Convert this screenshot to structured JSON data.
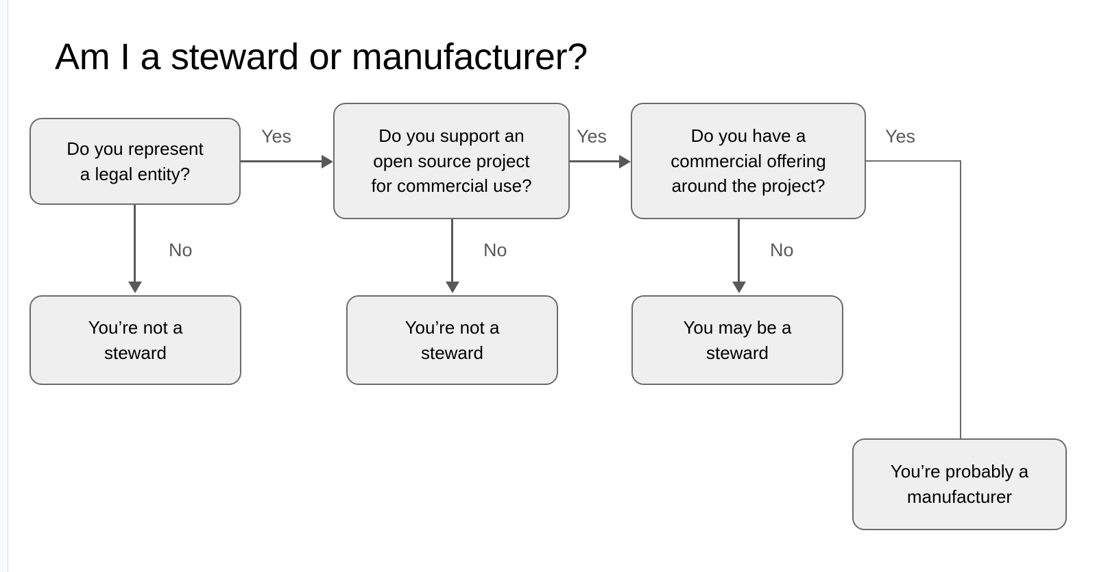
{
  "slide": {
    "title": "Am I a steward or manufacturer?",
    "background_color": "#ffffff",
    "node_fill_color": "#efefef",
    "node_border_color": "#6b6b6b",
    "connector_color": "#595959",
    "label_color": "#595959",
    "text_color": "#000000"
  },
  "nodes": [
    {
      "id": "q1",
      "text": "Do you represent\na legal entity?"
    },
    {
      "id": "q2",
      "text": "Do you support an\nopen source project\nfor commercial use?"
    },
    {
      "id": "q3",
      "text": "Do you have a\ncommercial offering\naround the project?"
    },
    {
      "id": "r1",
      "text": "You’re not a\nsteward"
    },
    {
      "id": "r2",
      "text": "You’re not a\nsteward"
    },
    {
      "id": "r3",
      "text": "You may be a\nsteward"
    },
    {
      "id": "r4",
      "text": "You’re probably a\nmanufacturer"
    }
  ],
  "edges": [
    {
      "id": "q1-q2",
      "label": "Yes",
      "from": "q1",
      "to": "q2",
      "direction": "right"
    },
    {
      "id": "q2-q3",
      "label": "Yes",
      "from": "q2",
      "to": "q3",
      "direction": "right"
    },
    {
      "id": "q3-r4",
      "label": "Yes",
      "from": "q3",
      "to": "r4",
      "direction": "elbow-right-down"
    },
    {
      "id": "q1-r1",
      "label": "No",
      "from": "q1",
      "to": "r1",
      "direction": "down"
    },
    {
      "id": "q2-r2",
      "label": "No",
      "from": "q2",
      "to": "r2",
      "direction": "down"
    },
    {
      "id": "q3-r3",
      "label": "No",
      "from": "q3",
      "to": "r3",
      "direction": "down"
    }
  ]
}
